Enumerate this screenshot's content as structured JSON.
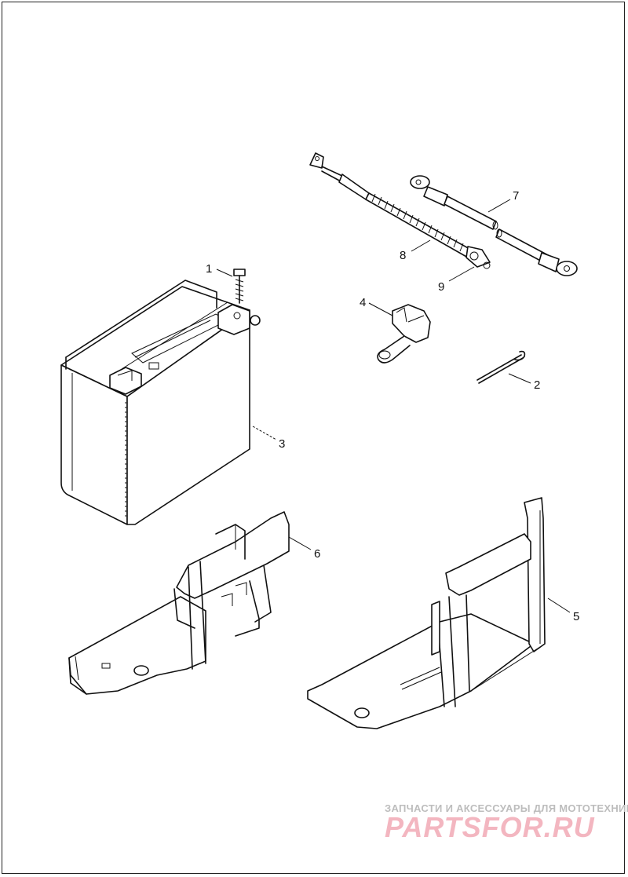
{
  "callouts": [
    {
      "id": "1",
      "label": "1"
    },
    {
      "id": "2",
      "label": "2"
    },
    {
      "id": "3",
      "label": "3"
    },
    {
      "id": "4",
      "label": "4"
    },
    {
      "id": "5",
      "label": "5"
    },
    {
      "id": "6",
      "label": "6"
    },
    {
      "id": "7",
      "label": "7"
    },
    {
      "id": "8",
      "label": "8"
    },
    {
      "id": "9",
      "label": "9"
    }
  ],
  "watermark": {
    "tagline": "ЗАПЧАСТИ И АКСЕССУАРЫ ДЛЯ МОТОТЕХНИКИ",
    "logo": "PARTSFOR.RU"
  }
}
